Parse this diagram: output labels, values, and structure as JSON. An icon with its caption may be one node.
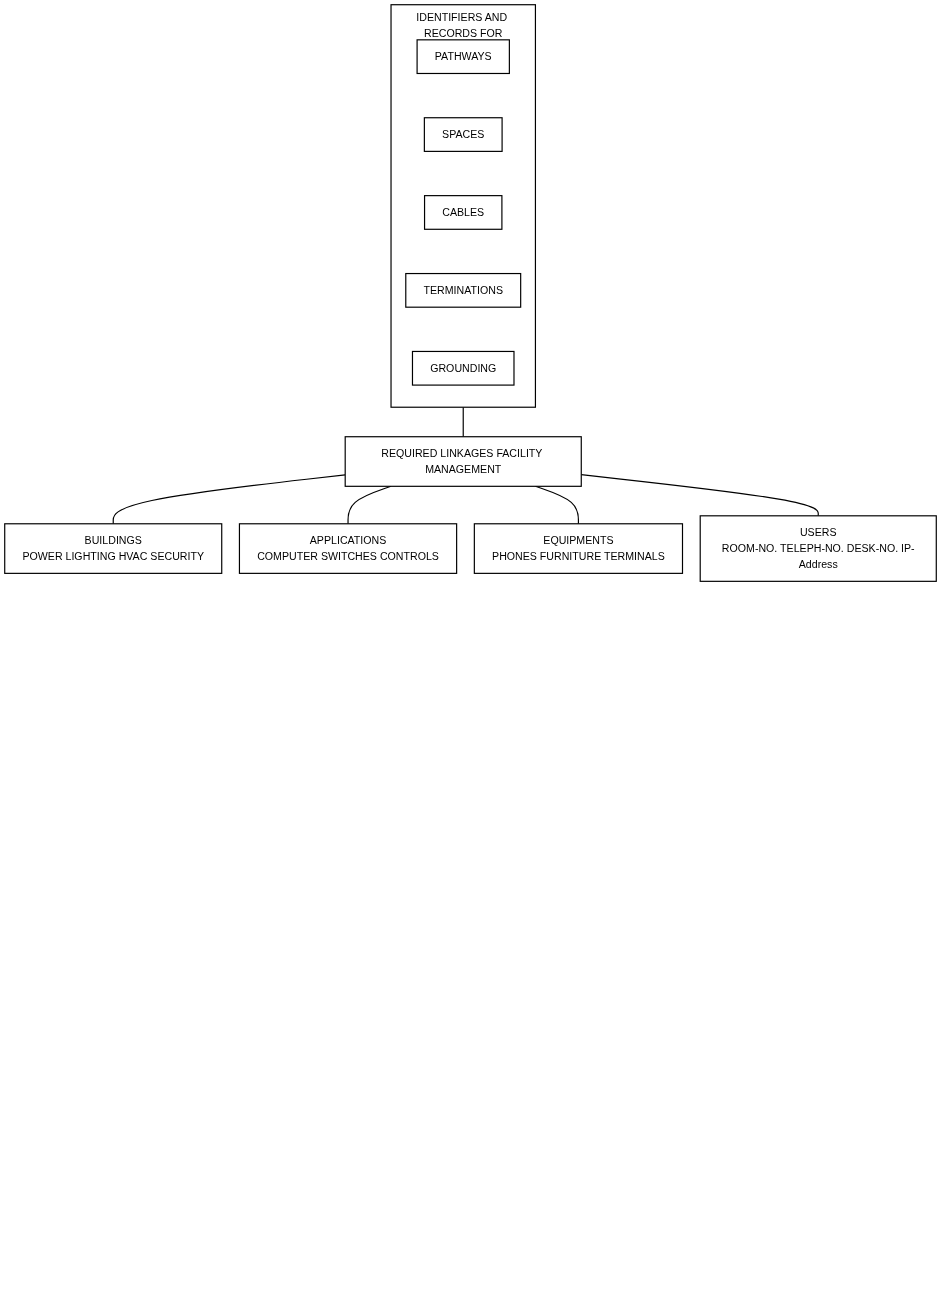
{
  "diagram": {
    "nodes": [
      {
        "text": [
          "IDENTIFIERS AND RECORDS FOR"
        ]
      },
      {
        "text": [
          "PATHWAYS"
        ],
        "in": 0
      },
      {
        "text": [
          "SPACES"
        ],
        "in": 0
      },
      {
        "text": [
          "CABLES"
        ],
        "in": 0
      },
      {
        "text": [
          "TERMINATIONS"
        ],
        "in": 0
      },
      {
        "text": [
          "GROUNDING"
        ],
        "in": 0
      },
      {
        "text": [
          "REQUIRED LINKAGES FACILITY MANAGEMENT"
        ]
      },
      {
        "text": [
          "BUILDINGS",
          "POWER LIGHTING HVAC SECURITY"
        ]
      },
      {
        "text": [
          "APPLICATIONS",
          "COMPUTER SWITCHES CONTROLS"
        ]
      },
      {
        "text": [
          "EQUIPMENTS",
          "PHONES FURNITURE TERMINALS"
        ]
      },
      {
        "text": [
          "USERS",
          "ROOM-NO. TELEPH-NO. DESK-NO. IP-Address"
        ]
      }
    ],
    "edges": [
      {
        "from": 0,
        "to": 6,
        "arrow": "none"
      },
      {
        "from": 6,
        "to": 7,
        "arrow": "none"
      },
      {
        "from": 6,
        "to": 8,
        "arrow": "none"
      },
      {
        "from": 6,
        "to": 9,
        "arrow": "none"
      },
      {
        "from": 6,
        "to": 10,
        "arrow": "none"
      }
    ]
  }
}
